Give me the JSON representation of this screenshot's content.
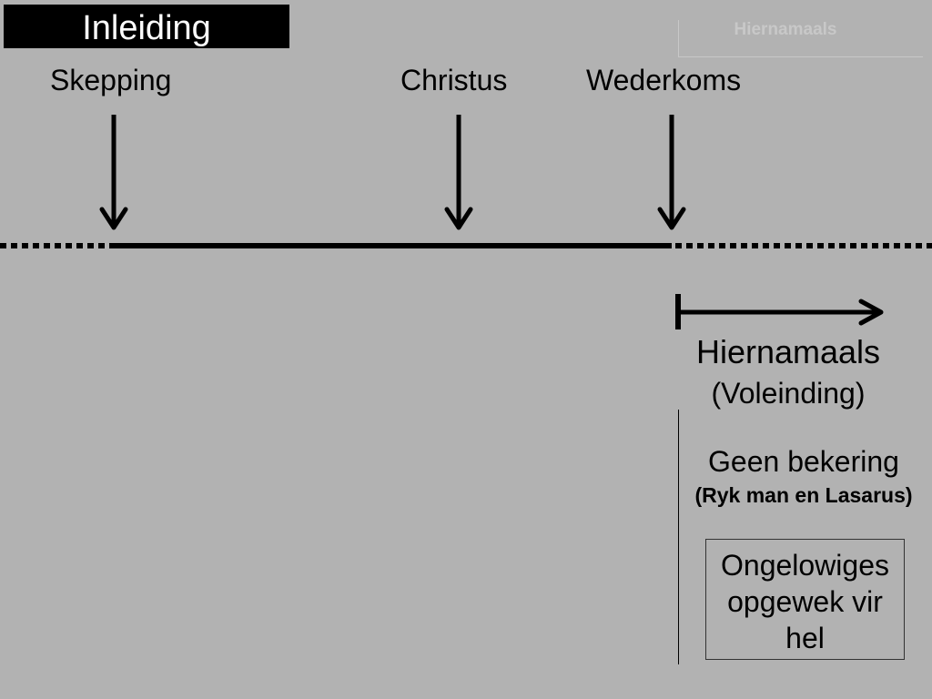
{
  "title": "Inleiding",
  "section_tab": "Hiernamaals",
  "events": {
    "creation": "Skepping",
    "christ": "Christus",
    "return": "Wederkoms"
  },
  "afterlife": {
    "title": "Hiernamaals",
    "subtitle": "(Voleinding)",
    "no_conversion": "Geen bekering",
    "reference": "(Ryk man en Lasarus)",
    "unbelievers": "Ongelowiges opgewek vir hel"
  },
  "colors": {
    "background": "#b2b2b2",
    "ink": "#000000",
    "title_bg": "#000000",
    "title_text": "#ffffff",
    "tab_text": "#c8c8c8"
  }
}
